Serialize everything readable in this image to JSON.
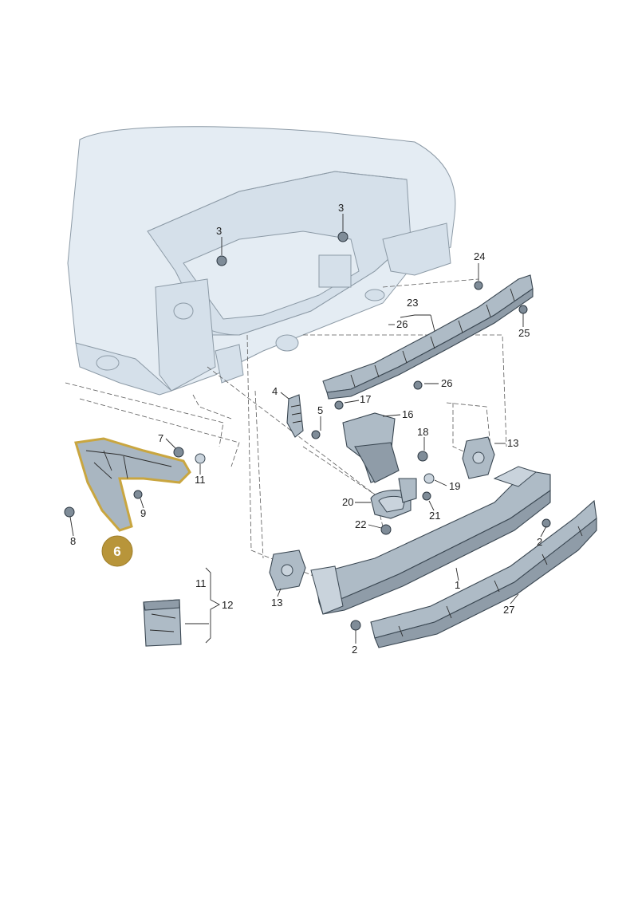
{
  "diagram": {
    "callouts": {
      "c1": "1",
      "c2a": "2",
      "c2b": "2",
      "c3a": "3",
      "c3b": "3",
      "c4": "4",
      "c5": "5",
      "c6": "6",
      "c7": "7",
      "c8": "8",
      "c9": "9",
      "c11a": "11",
      "c11b": "11",
      "c12": "12",
      "c13a": "13",
      "c13b": "13",
      "c16": "16",
      "c17": "17",
      "c18": "18",
      "c19": "19",
      "c20": "20",
      "c21": "21",
      "c22": "22",
      "c23": "23",
      "c24": "24",
      "c25": "25",
      "c26a": "26",
      "c26b": "26",
      "c27": "27"
    },
    "highlight_color": "#c9a640",
    "highlight_fill": "#b8953a"
  }
}
